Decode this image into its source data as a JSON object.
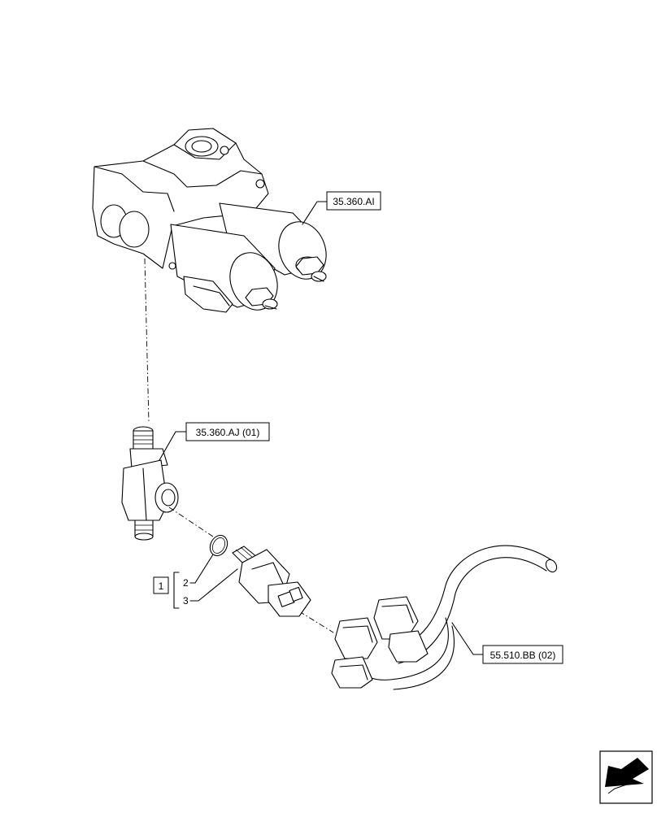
{
  "callouts": {
    "valve_block_ref": "35.360.AI",
    "tee_fitting_ref": "35.360.AJ (01)",
    "harness_ref": "55.510.BB (02)"
  },
  "item_group": {
    "group_label": "1",
    "item_oring": "2",
    "item_sensor": "3"
  },
  "nav_icon": "arrow-icon"
}
